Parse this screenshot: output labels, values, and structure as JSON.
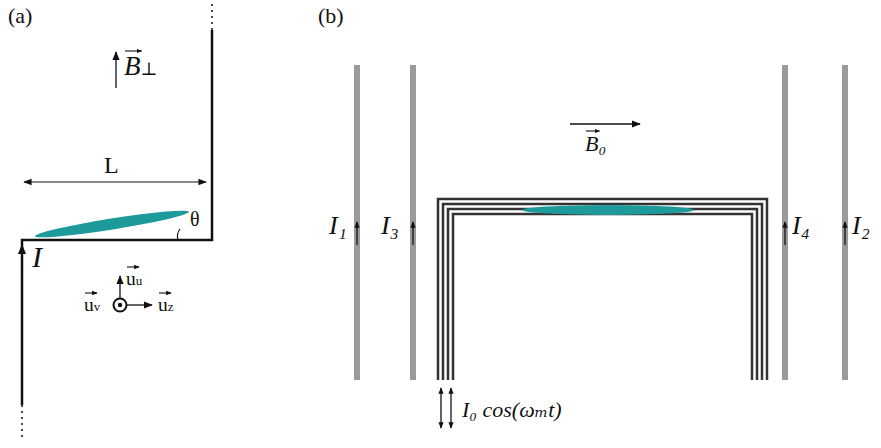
{
  "diagram": {
    "labels": [
      "(a)",
      "B⊥",
      "L",
      "θ",
      "I",
      "uu",
      "uv",
      "uz",
      "(b)",
      "B₀",
      "I₁",
      "I₃",
      "I₄",
      "I₂",
      "I₀ cos(ωₘt)"
    ]
  }
}
